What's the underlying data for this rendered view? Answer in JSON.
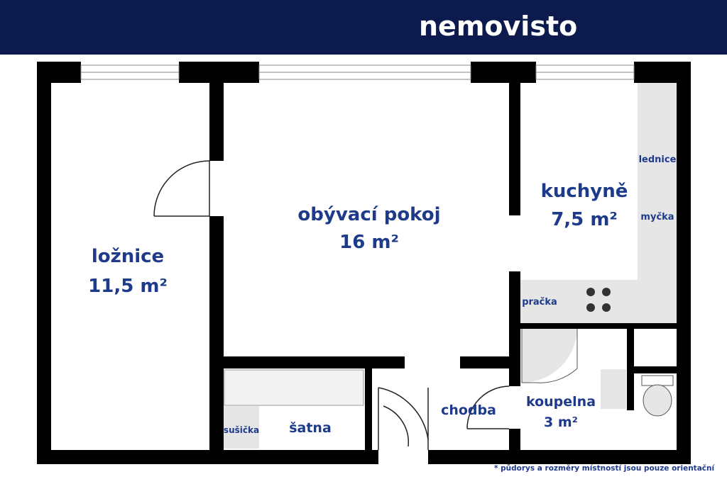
{
  "header": {
    "brand": "nemovisto"
  },
  "brand_colors": {
    "navy": "#0c1a4d",
    "label_blue": "#1e3a8a",
    "wall": "#000000",
    "fixture_gray": "#e6e6e6"
  },
  "rooms": [
    {
      "name": "ložnice",
      "area": "11,5 m²"
    },
    {
      "name": "obývací pokoj",
      "area": "16 m²"
    },
    {
      "name": "kuchyně",
      "area": "7,5 m²"
    },
    {
      "name": "koupelna",
      "area": "3 m²"
    },
    {
      "name": "šatna",
      "area": ""
    },
    {
      "name": "chodba",
      "area": ""
    }
  ],
  "fixtures": {
    "fridge": "lednice",
    "dishwasher": "myčka",
    "washer": "pračka",
    "dryer": "sušička"
  },
  "footnote": "* půdorys a rozměry místností jsou pouze orientační"
}
